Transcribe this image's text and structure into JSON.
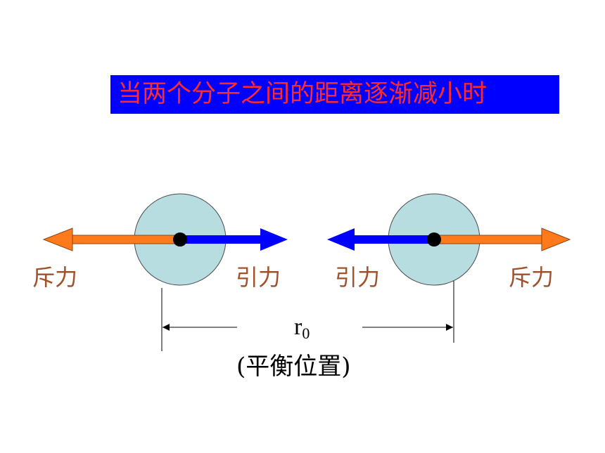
{
  "title": "当两个分子之间的距离逐渐减小时",
  "colors": {
    "banner_bg": "#0000ff",
    "banner_text": "#ff2a2a",
    "repulsion_arrow": "#ff7a1a",
    "attraction_arrow": "#0000ff",
    "molecule_fill": "#b7dde0",
    "label_text": "#a0522d"
  },
  "left_molecule": {
    "repulsion_label": "斥力",
    "attraction_label": "引力"
  },
  "right_molecule": {
    "attraction_label": "引力",
    "repulsion_label": "斥力"
  },
  "distance": {
    "symbol": "r",
    "subscript": "0",
    "caption": "(平衡位置)"
  }
}
